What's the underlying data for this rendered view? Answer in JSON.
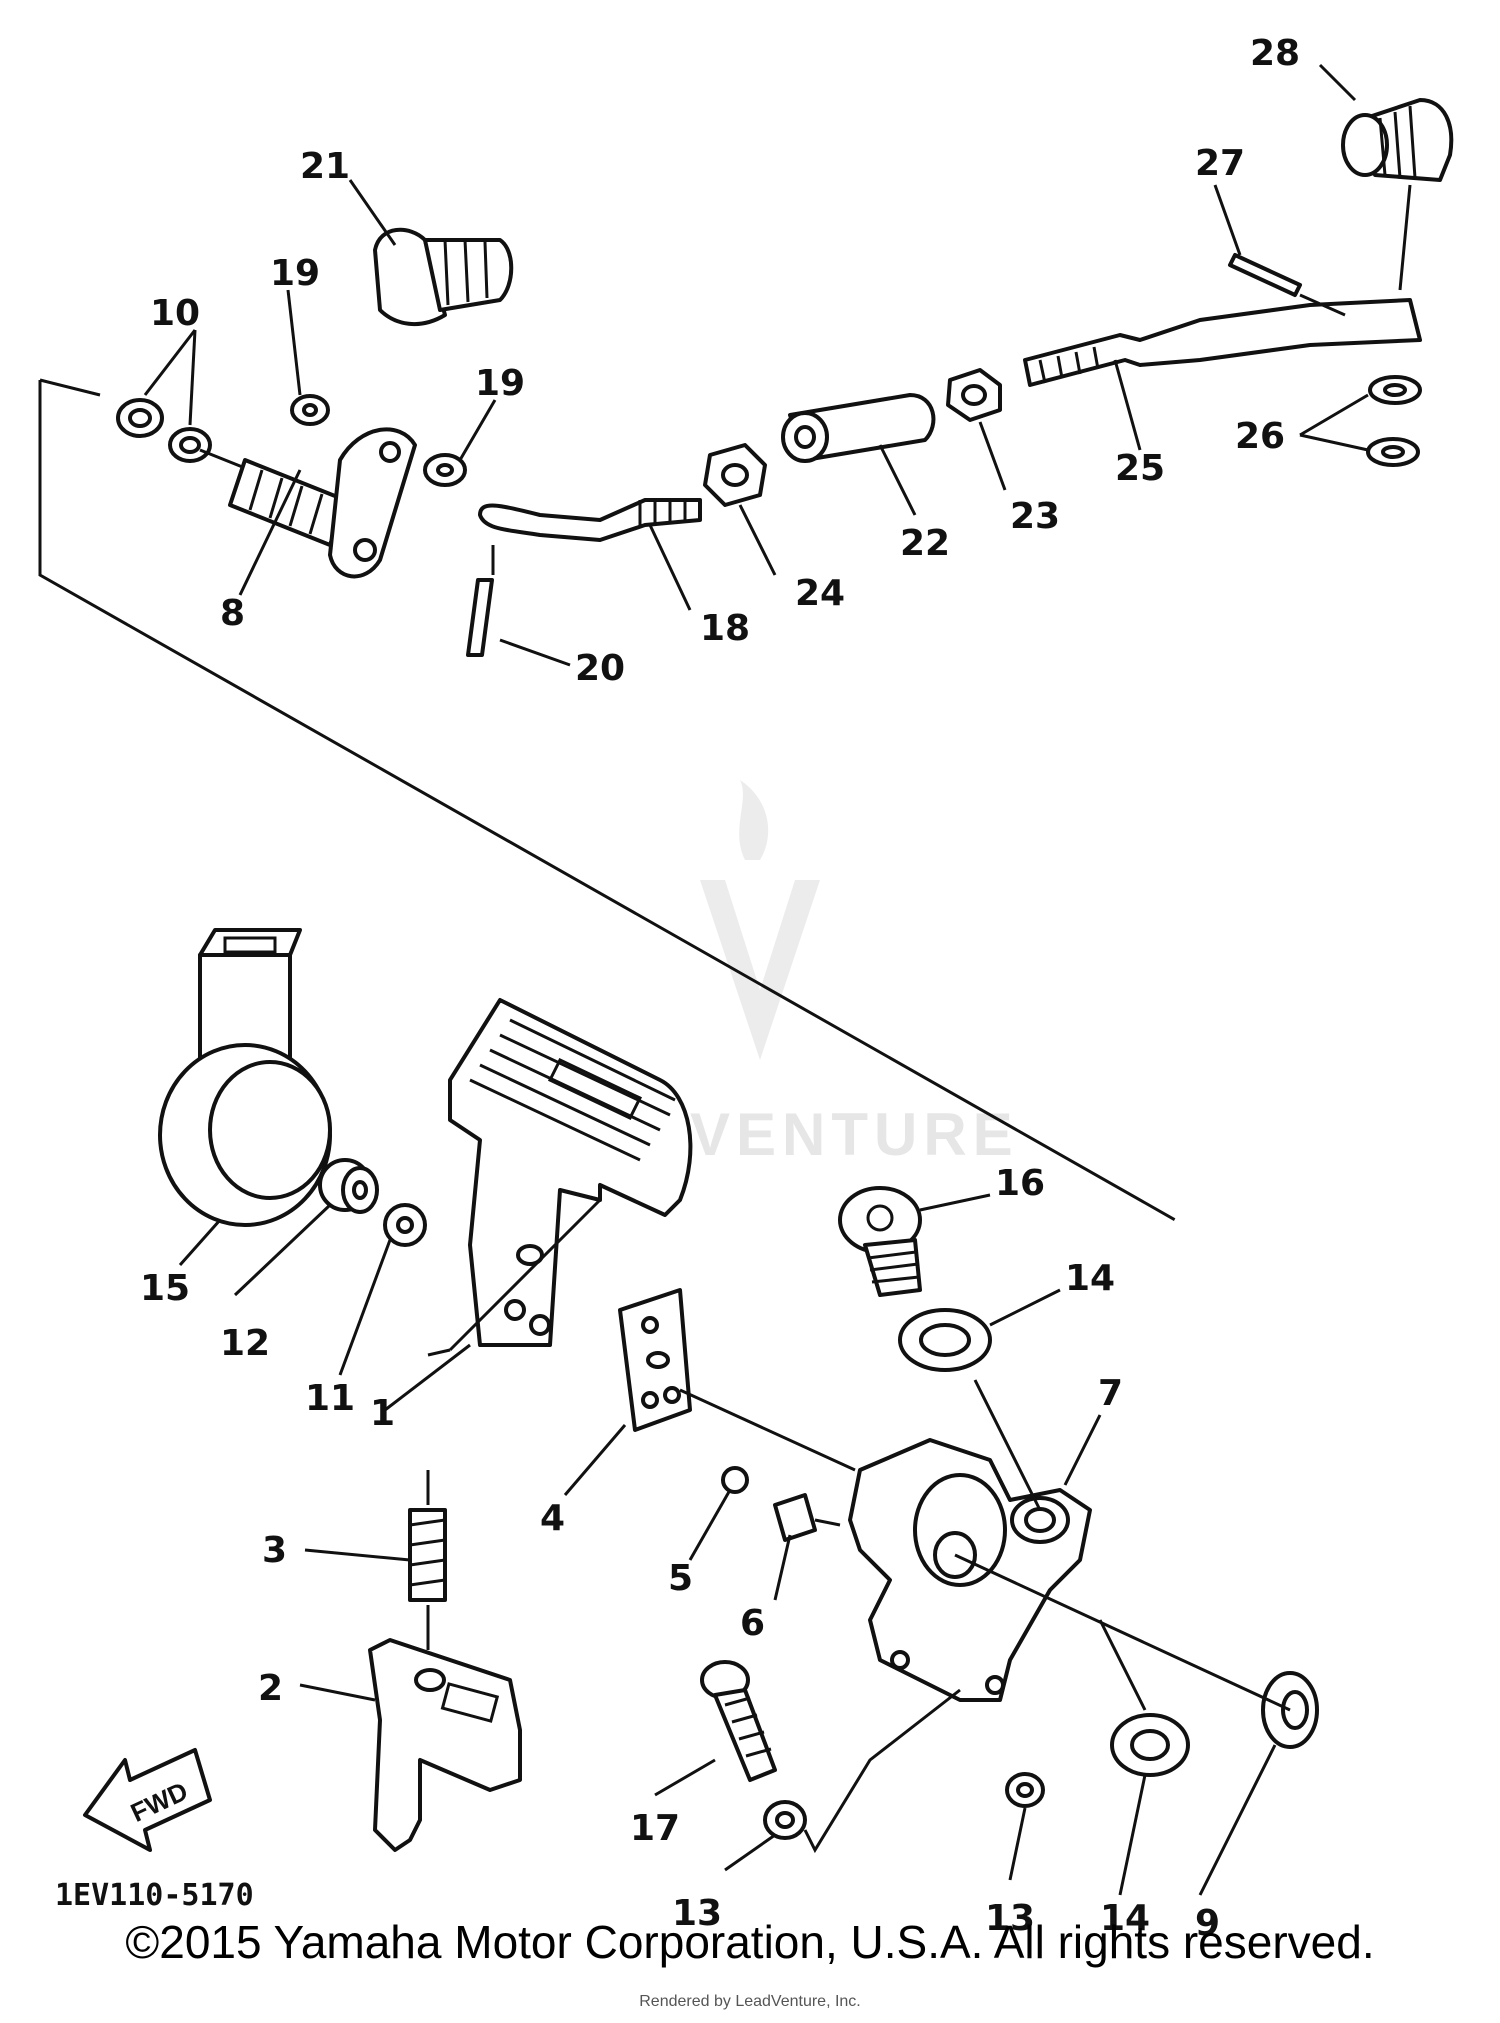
{
  "diagram": {
    "code": "1EV110-5170",
    "fwd_label": "FWD",
    "watermark_text": "VENTURE",
    "callouts": [
      "1",
      "2",
      "3",
      "4",
      "5",
      "6",
      "7",
      "8",
      "9",
      "10",
      "11",
      "12",
      "13",
      "13",
      "14",
      "14",
      "15",
      "16",
      "17",
      "18",
      "19",
      "19",
      "20",
      "21",
      "22",
      "23",
      "24",
      "25",
      "26",
      "27",
      "28"
    ]
  },
  "footer": {
    "copyright": "©2015 Yamaha Motor Corporation, U.S.A. All rights reserved.",
    "rendered_by": "Rendered by LeadVenture, Inc."
  }
}
